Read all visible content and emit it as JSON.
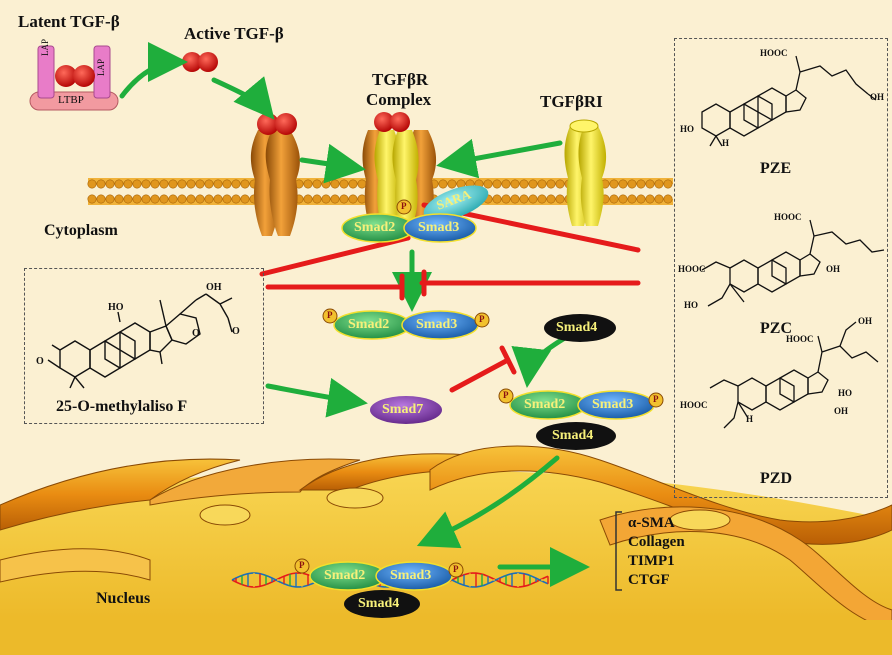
{
  "labels": {
    "latent_tgf": "Latent TGF-β",
    "active_tgf": "Active TGF-β",
    "lap": "LAP",
    "ltbp": "LTBP",
    "receptor_complex_line1": "TGFβR",
    "receptor_complex_line2": "Complex",
    "tgfbri": "TGFβRI",
    "cytoplasm": "Cytoplasm",
    "nucleus": "Nucleus",
    "sara": "SARA",
    "smad2": "Smad2",
    "smad3": "Smad3",
    "smad4": "Smad4",
    "smad7": "Smad7",
    "phospho": "P"
  },
  "compounds": {
    "left_compound": "25-O-methylaliso F",
    "pze": "PZE",
    "pzc": "PZC",
    "pzd": "PZD",
    "hooc": "HOOC",
    "oh": "OH",
    "ho": "HO",
    "h": "H",
    "o": "O"
  },
  "target_genes": [
    "α-SMA",
    "Collagen",
    "TIMP1",
    "CTGF"
  ],
  "colors": {
    "background": "#fbf0d2",
    "activation_arrow": "#1fae3c",
    "inhibition": "#e51b1b",
    "smad2": "#2fa84f",
    "smad3": "#1d6fb8",
    "smad4": "#111111",
    "smad7": "#7b3aa0",
    "sara": "#35c2c8",
    "tgf_ligand": "#d81010",
    "lap": "#e87cc8",
    "ltbp": "#f29aa0",
    "receptor_ii": "#d8820f",
    "receptor_i": "#f1e021",
    "membrane": "#f0b23a"
  }
}
